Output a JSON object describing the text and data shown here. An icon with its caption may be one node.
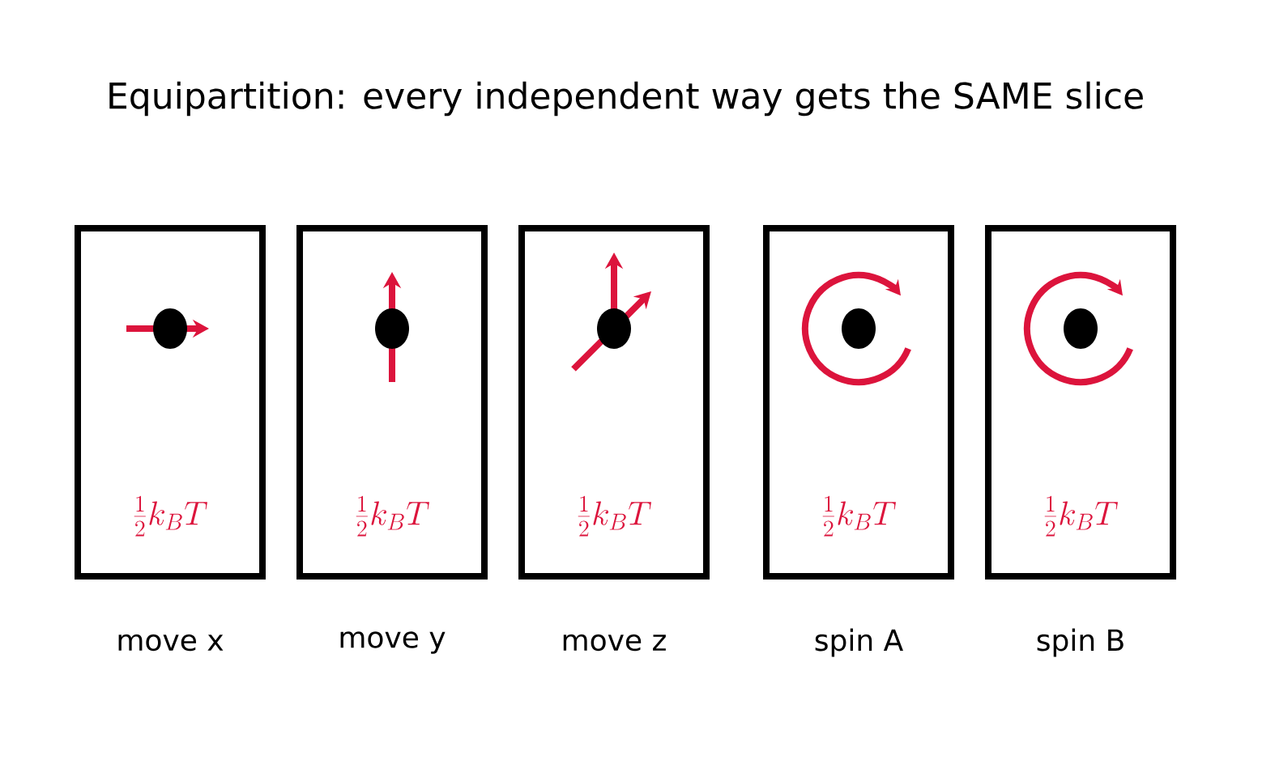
{
  "diagram": {
    "title": "Equipartition: every independent way gets the SAME slice",
    "nodes": [
      {
        "text": [
          "\\frac{1}{2}k_BT",
          "move x"
        ]
      },
      {
        "text": [
          "\\frac{1}{2}k_BT",
          "move y"
        ]
      },
      {
        "text": [
          "\\frac{1}{2}k_BT",
          "move z"
        ]
      },
      {
        "text": [
          "\\frac{1}{2}k_BT",
          "spin A"
        ]
      },
      {
        "text": [
          "\\frac{1}{2}k_BT",
          "spin B"
        ]
      }
    ]
  }
}
